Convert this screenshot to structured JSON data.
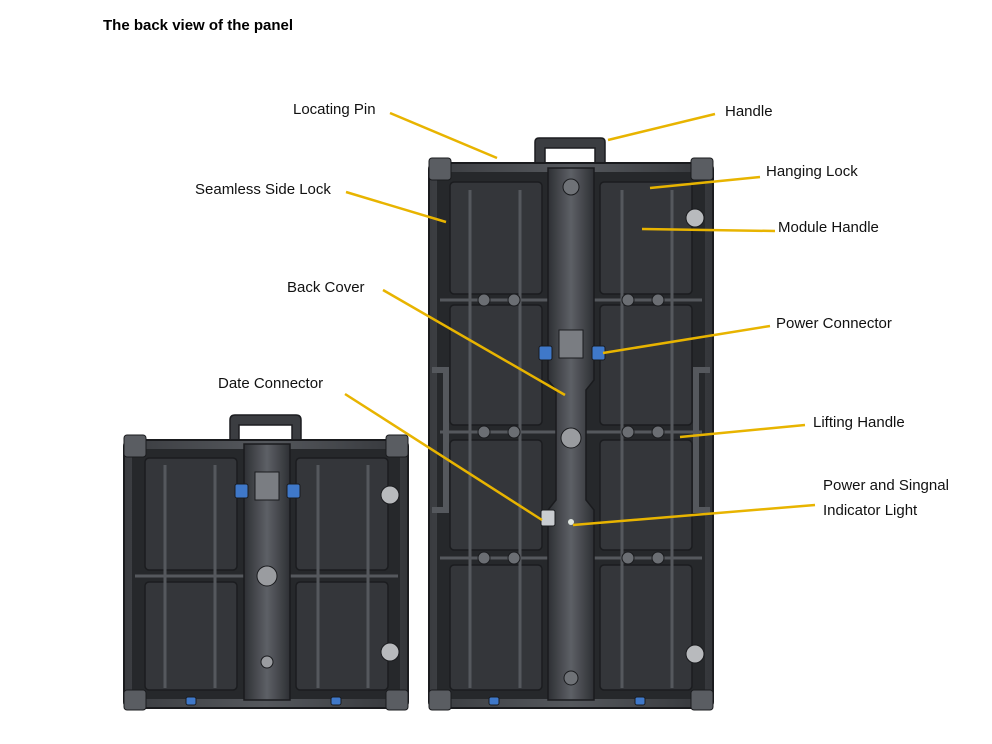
{
  "title": "The back view of the panel",
  "colors": {
    "callout_line": "#e8b400",
    "panel_dark": "#2b2d31",
    "panel_mid": "#44474c",
    "panel_light": "#6a6d72",
    "connector_blue": "#3f78c9"
  },
  "callouts": {
    "locating_pin": "Locating Pin",
    "handle": "Handle",
    "seamless_side_lock": "Seamless Side Lock",
    "hanging_lock": "Hanging Lock",
    "module_handle": "Module Handle",
    "back_cover": "Back Cover",
    "power_connector": "Power Connector",
    "date_connector": "Date Connector",
    "lifting_handle": "Lifting Handle",
    "power_signal_indicator_line1": "Power and Singnal",
    "power_signal_indicator_line2": "Indicator Light"
  }
}
